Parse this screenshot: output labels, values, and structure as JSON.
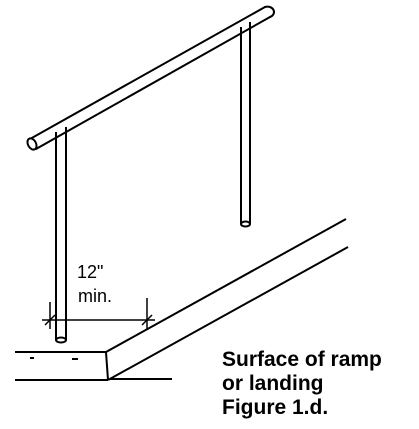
{
  "figure": {
    "dimension": {
      "value": "12\"",
      "qualifier": "min."
    },
    "caption": {
      "line1": "Surface of ramp",
      "line2": "or landing",
      "line3": "Figure 1.d."
    },
    "colors": {
      "ink": "#000000",
      "background": "#ffffff"
    }
  }
}
